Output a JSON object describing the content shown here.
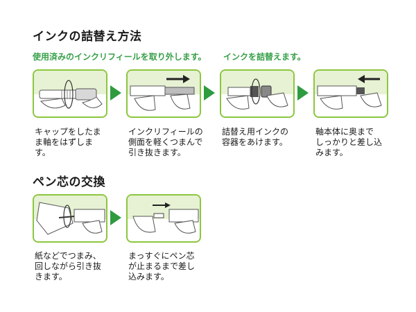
{
  "section_ink": {
    "title": "インクの詰替え方法",
    "subtitle_remove": "使用済みのインクリフィールを取り外します。",
    "subtitle_replace": "インクを詰替えます。",
    "steps": [
      {
        "caption": "キャップをしたま\nま軸をはずしま\nす。"
      },
      {
        "caption": "インクリフィールの\n側面を軽くつまんで\n引き抜きます。"
      },
      {
        "caption": "詰替え用インクの\n容器をあけます。"
      },
      {
        "caption": "軸本体に奥まで\nしっかりと差し込\nみます。"
      }
    ]
  },
  "section_pen": {
    "title": "ペン芯の交換",
    "steps": [
      {
        "caption": "紙などでつまみ、\n回しながら引き抜\nきます。"
      },
      {
        "caption": "まっすぐにペン芯\nが止まるまで差し\n込みます。"
      }
    ]
  },
  "colors": {
    "panel_border": "#8cc63f",
    "panel_fill_top": "#e6f2d3",
    "arrow": "#2e9b3f",
    "subtitle": "#37a048"
  }
}
